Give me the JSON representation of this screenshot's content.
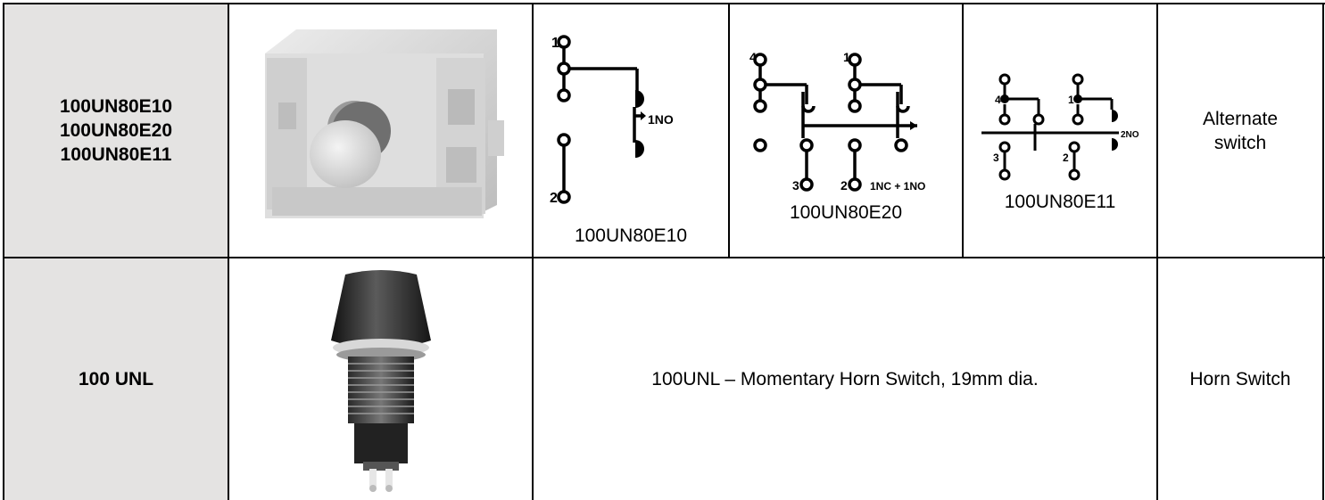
{
  "rows": [
    {
      "models": [
        "100UN80E10",
        "100UN80E20",
        "100UN80E11"
      ],
      "diagrams": [
        {
          "caption": "100UN80E10",
          "terminals": [
            "1",
            "2"
          ],
          "contact_label": "1NO"
        },
        {
          "caption": "100UN80E20",
          "terminals": [
            "4",
            "1",
            "3",
            "2"
          ],
          "contact_label": "1NC + 1NO"
        },
        {
          "caption": "100UN80E11",
          "terminals": [
            "4",
            "1",
            "3",
            "2"
          ],
          "contact_label": "2NO"
        }
      ],
      "function": "Alternate switch"
    },
    {
      "models": [
        "100 UNL"
      ],
      "description": "100UNL – Momentary Horn Switch, 19mm dia.",
      "function": "Horn Switch"
    }
  ],
  "colors": {
    "model_cell_bg": "#e4e3e2",
    "border": "#000000"
  }
}
